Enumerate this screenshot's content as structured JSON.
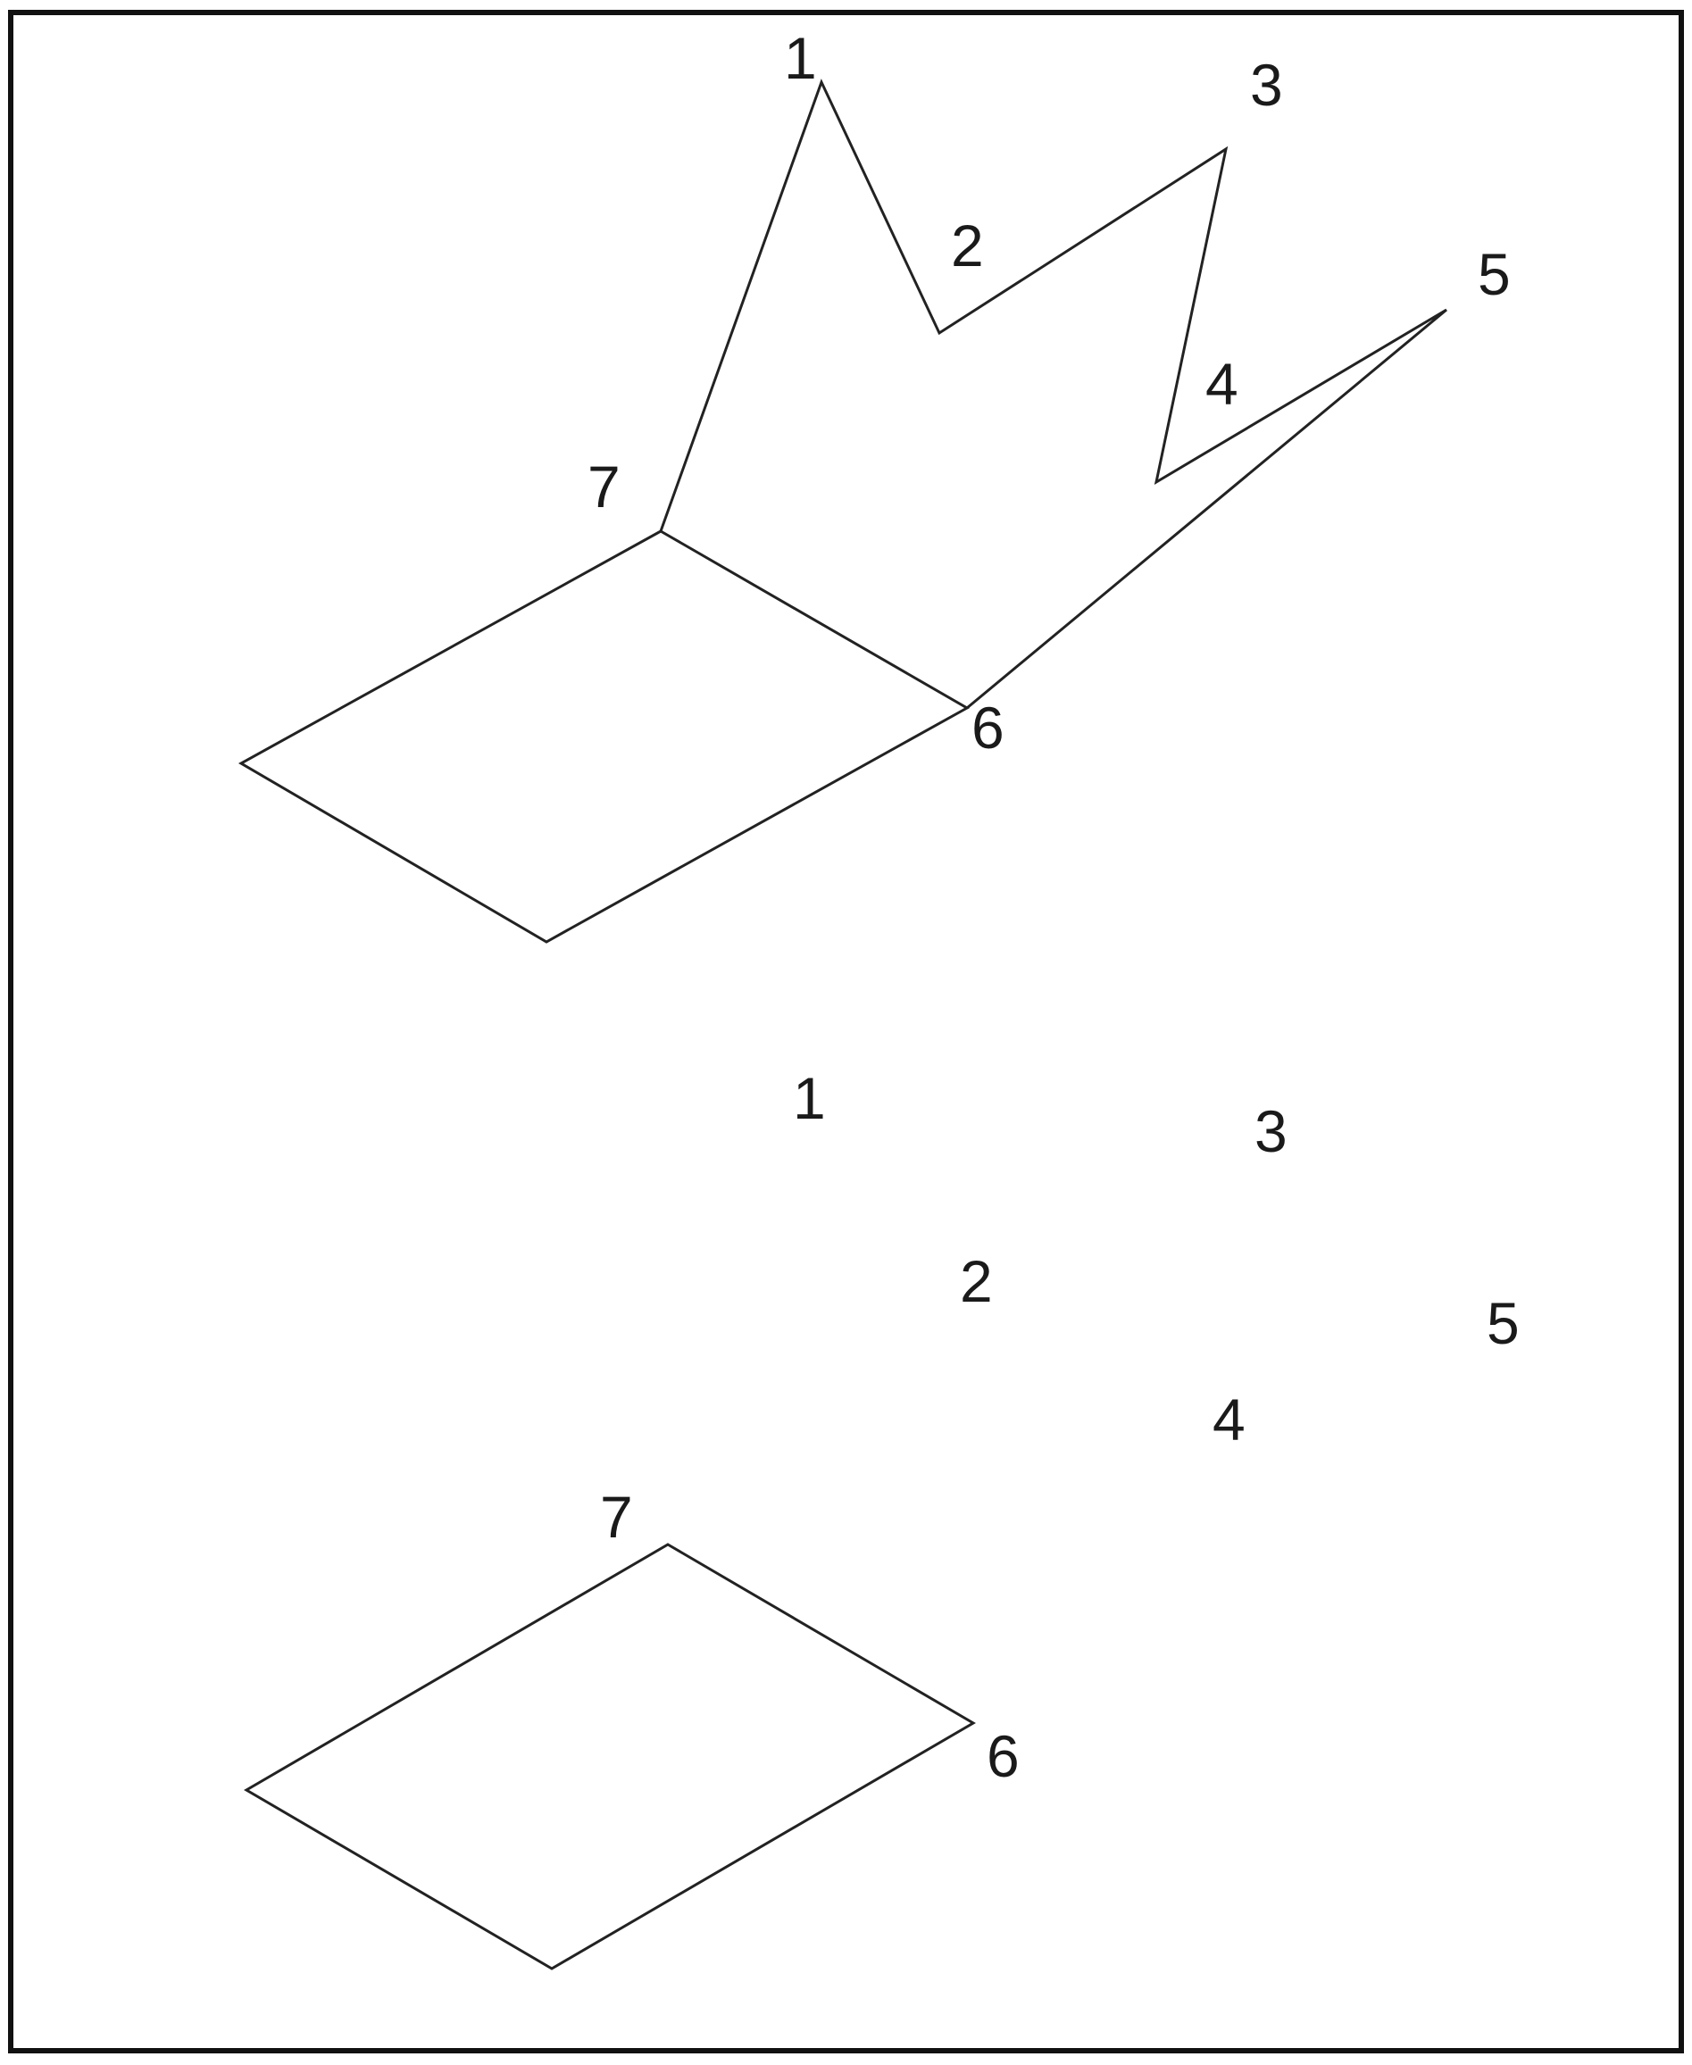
{
  "top_figure": {
    "labels": [
      "1",
      "2",
      "3",
      "4",
      "5",
      "6",
      "7"
    ]
  },
  "bottom_figure": {
    "labels": [
      "1",
      "2",
      "3",
      "4",
      "5",
      "6",
      "7"
    ]
  },
  "colors": {
    "line": "#222222",
    "border": "#111111",
    "background": "#ffffff"
  }
}
